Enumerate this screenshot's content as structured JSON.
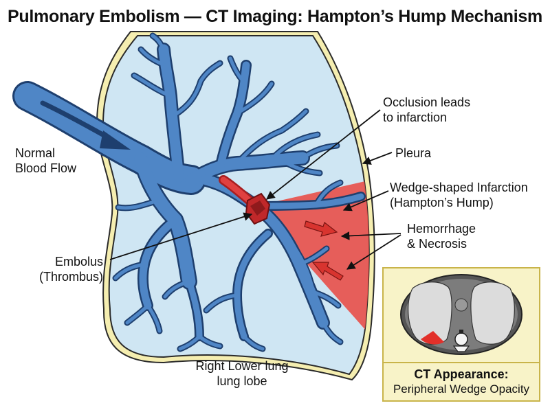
{
  "title": "Pulmonary Embolism — CT Imaging: Hampton’s Hump Mechanism",
  "labels": {
    "normal_flow": [
      "Normal",
      "Blood Flow"
    ],
    "occlusion": [
      "Occlusion leads",
      "to infarction"
    ],
    "pleura": "Pleura",
    "wedge": [
      "Wedge-shaped Infarction",
      "(Hampton’s Hump)"
    ],
    "hemorrhage": [
      "Hemorrhage",
      "& Necrosis"
    ],
    "embolus": [
      "Embolus",
      "(Thrombus)"
    ],
    "lobe": [
      "Right Lower lung",
      "lung lobe"
    ]
  },
  "inset": {
    "caption_title": "CT Appearance:",
    "caption_sub": "Peripheral Wedge Opacity"
  },
  "colors": {
    "lung_fill": "#cfe6f3",
    "pleura": "#f5eeb0",
    "vessel": "#4f86c6",
    "vessel_outline": "#1e3f6e",
    "infarct": "#e8524d",
    "embolus": "#c0282a",
    "arrow_red": "#d8342f",
    "inset_bg": "#f8f3c8",
    "inset_border": "#c9b44a"
  }
}
